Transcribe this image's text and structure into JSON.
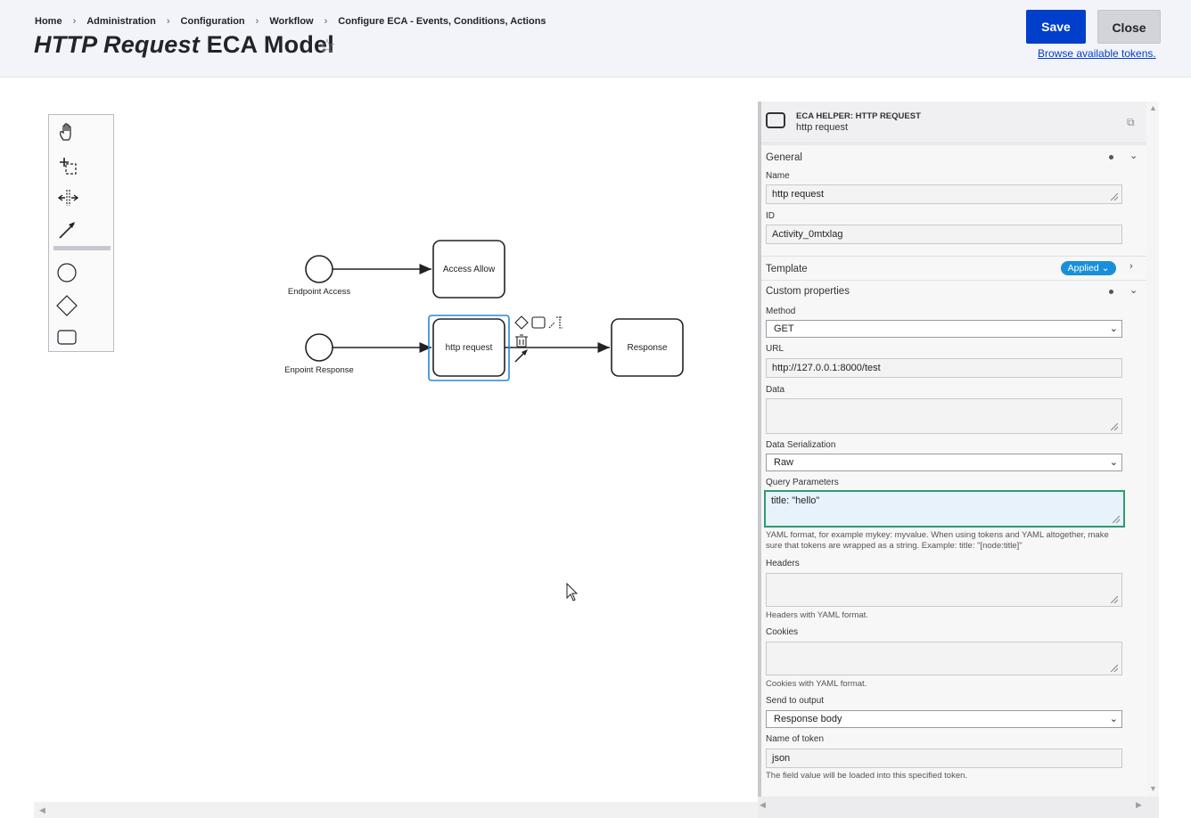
{
  "breadcrumb": [
    "Home",
    "Administration",
    "Configuration",
    "Workflow",
    "Configure ECA - Events, Conditions, Actions"
  ],
  "title": {
    "italic": "HTTP Request",
    "rest": " ECA Model"
  },
  "star_icon": "☆",
  "actions": {
    "save": "Save",
    "close": "Close",
    "tokens_link": "Browse available tokens."
  },
  "palette_tools": [
    "hand-tool-icon",
    "lasso-tool-icon",
    "space-tool-icon",
    "connect-tool-icon",
    "start-event-icon",
    "gateway-icon",
    "task-icon"
  ],
  "diagram": {
    "events": [
      {
        "label": "Endpoint Access"
      },
      {
        "label": "Enpoint Response"
      }
    ],
    "tasks": [
      {
        "label": "Access Allow"
      },
      {
        "label": "http request",
        "selected": true
      },
      {
        "label": "Response"
      }
    ]
  },
  "panel": {
    "element_type": "ECA HELPER: HTTP REQUEST",
    "element_name": "http request",
    "general": {
      "title": "General",
      "name_label": "Name",
      "name_value": "http request",
      "id_label": "ID",
      "id_value": "Activity_0mtxlag"
    },
    "template": {
      "title": "Template",
      "badge": "Applied"
    },
    "custom": {
      "title": "Custom properties",
      "method_label": "Method",
      "method_value": "GET",
      "url_label": "URL",
      "url_value": "http://127.0.0.1:8000/test",
      "data_label": "Data",
      "data_value": "",
      "serialization_label": "Data Serialization",
      "serialization_value": "Raw",
      "query_label": "Query Parameters",
      "query_value": "title: \"hello\"",
      "query_hint": "YAML format, for example mykey: myvalue. When using tokens and YAML altogether, make sure that tokens are wrapped as a string. Example: title: \"[node:title]\"",
      "headers_label": "Headers",
      "headers_hint": "Headers with YAML format.",
      "cookies_label": "Cookies",
      "cookies_hint": "Cookies with YAML format.",
      "output_label": "Send to output",
      "output_value": "Response body",
      "token_label": "Name of token",
      "token_value": "json",
      "token_hint": "The field value will be loaded into this specified token."
    }
  }
}
